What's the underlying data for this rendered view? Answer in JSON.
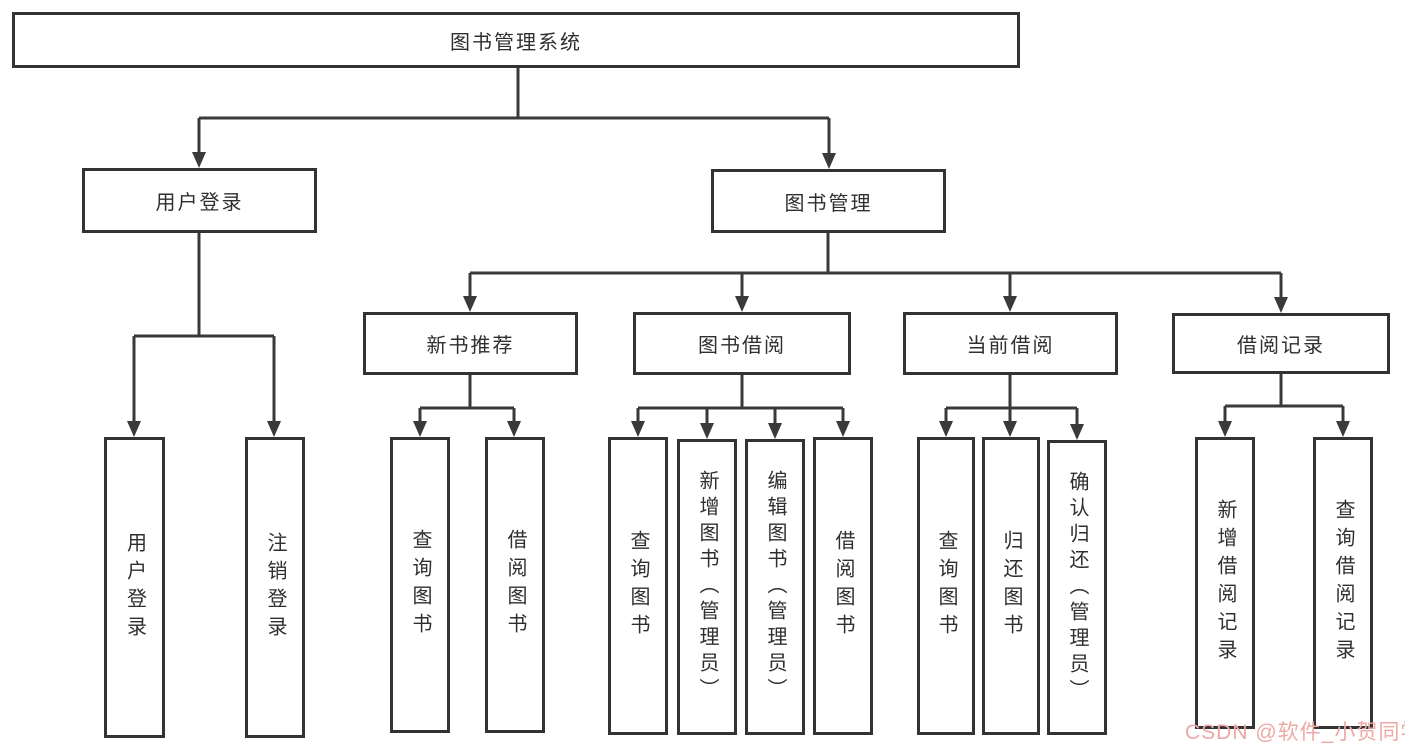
{
  "diagram": {
    "root": "图书管理系统",
    "level2": {
      "user_login": "用户登录",
      "book_mgmt": "图书管理"
    },
    "level3": {
      "new_books": "新书推荐",
      "borrow": "图书借阅",
      "current": "当前借阅",
      "records": "借阅记录"
    },
    "leaves": {
      "user_login": [
        "用户登录",
        "注销登录"
      ],
      "new_books": [
        "查询图书",
        "借阅图书"
      ],
      "borrow": [
        "查询图书",
        "新增图书（管理员）",
        "编辑图书（管理员）",
        "借阅图书"
      ],
      "current": [
        "查询图书",
        "归还图书",
        "确认归还（管理员）"
      ],
      "records": [
        "新增借阅记录",
        "查询借阅记录"
      ]
    },
    "colors": {
      "line": "#3a3a3a",
      "border": "#333333",
      "watermark": "#eea9a4"
    }
  },
  "watermark": "CSDN @软件_小贺同学"
}
